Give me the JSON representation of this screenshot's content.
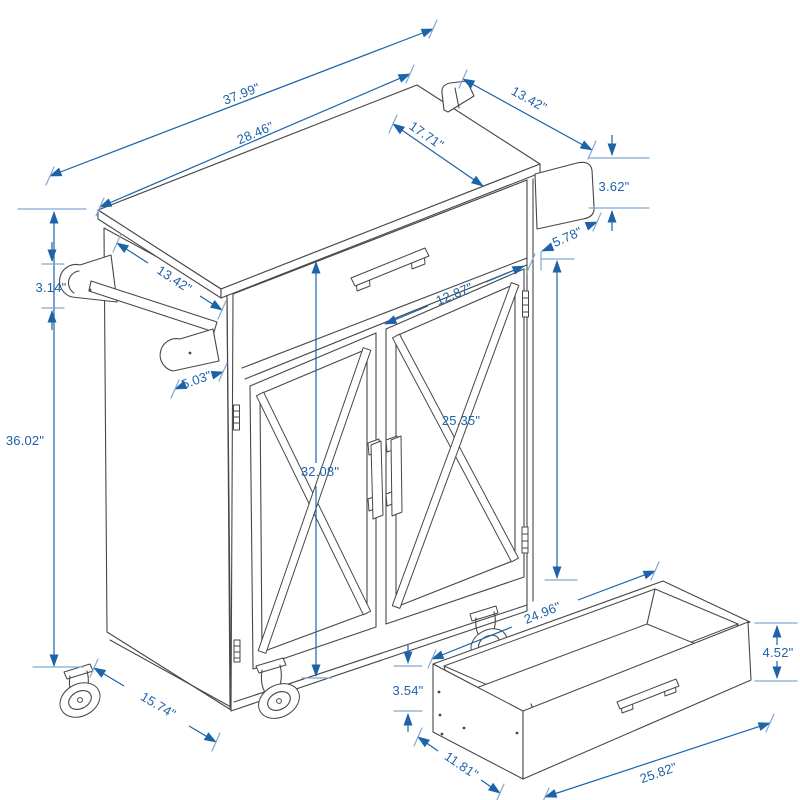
{
  "diagram": {
    "unit": "inches",
    "colors": {
      "artwork_line": "#474747",
      "dimension_accent": "#1d63a8",
      "dimension_line": "#7ea9d3",
      "background": "#ffffff"
    },
    "dimensions": {
      "top_total_width": "37.99\"",
      "top_surface_width": "28.46\"",
      "top_depth": "17.71\"",
      "right_rail_length": "13.42\"",
      "right_rail_height": "3.62\"",
      "right_rail_overhang": "5.78\"",
      "door_width": "12.87\"",
      "right_side_height": "25.35\"",
      "front_height": "32.08\"",
      "total_height": "36.02\"",
      "left_top_depth": "13.42\"",
      "left_rail_height": "3.14\"",
      "left_rail_offset": "5.03\"",
      "base_depth": "15.74\"",
      "bottom_clearance": "3.54\"",
      "drawer_inner_width": "24.96\"",
      "drawer_height": "4.52\"",
      "drawer_depth": "11.81\"",
      "drawer_outer_width": "25.82\""
    }
  }
}
